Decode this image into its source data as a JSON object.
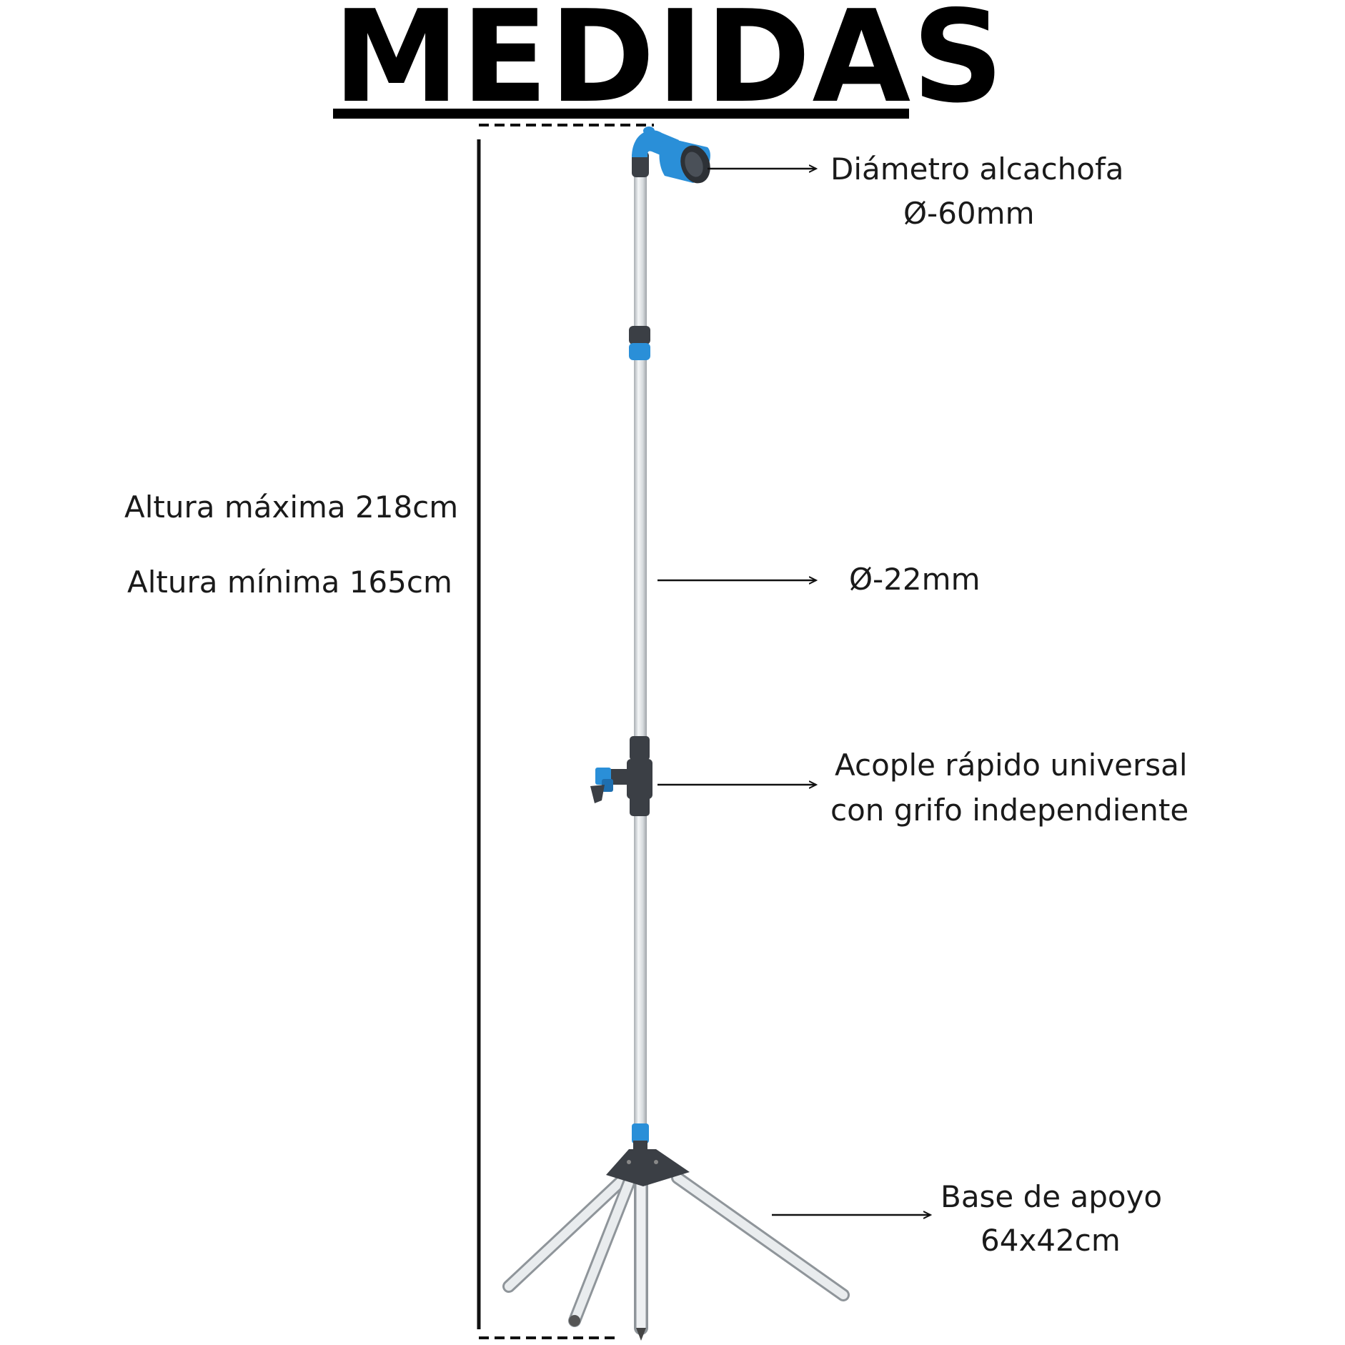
{
  "title": "MEDIDAS",
  "labels": {
    "head_diameter_line1": "Diámetro alcachofa",
    "head_diameter_line2": "Ø-60mm",
    "max_height": "Altura máxima 218cm",
    "min_height": "Altura mínima 165cm",
    "pipe_diameter": "Ø-22mm",
    "coupler_line1": "Acople rápido universal",
    "coupler_line2": "con grifo independiente",
    "base_line1": "Base de apoyo",
    "base_line2": "64x42cm"
  },
  "colors": {
    "accent_blue": "#2a8fd8",
    "dark_gray": "#3b3f45",
    "pipe": "#dfe3e6"
  },
  "icons": [
    "shower-head-icon",
    "arrow-right-icon"
  ]
}
